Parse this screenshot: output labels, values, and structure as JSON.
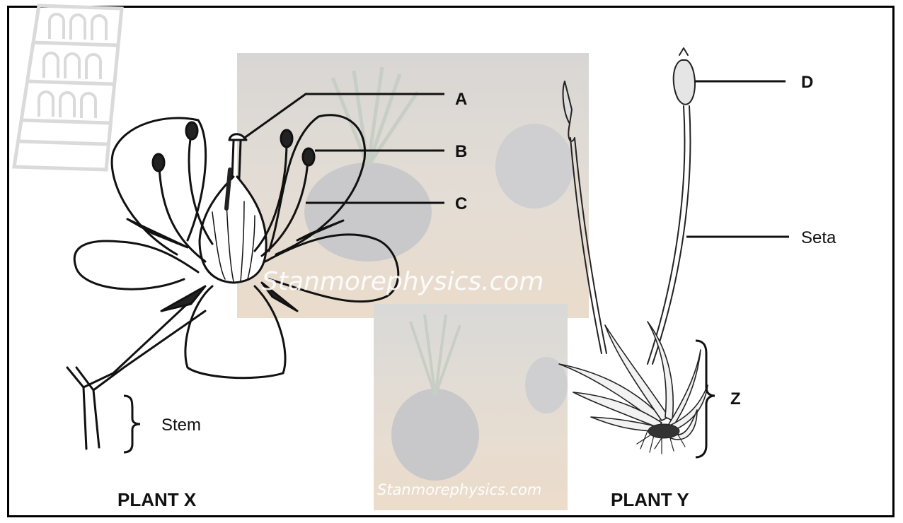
{
  "labels": {
    "A": "A",
    "B": "B",
    "C": "C",
    "D": "D",
    "Z": "Z",
    "seta": "Seta",
    "stem": "Stem"
  },
  "captions": {
    "plant_x": "PLANT X",
    "plant_y": "PLANT Y"
  },
  "watermarks": {
    "upper": "Stanmorephysics.com",
    "lower": "Stanmorephysics.com"
  }
}
